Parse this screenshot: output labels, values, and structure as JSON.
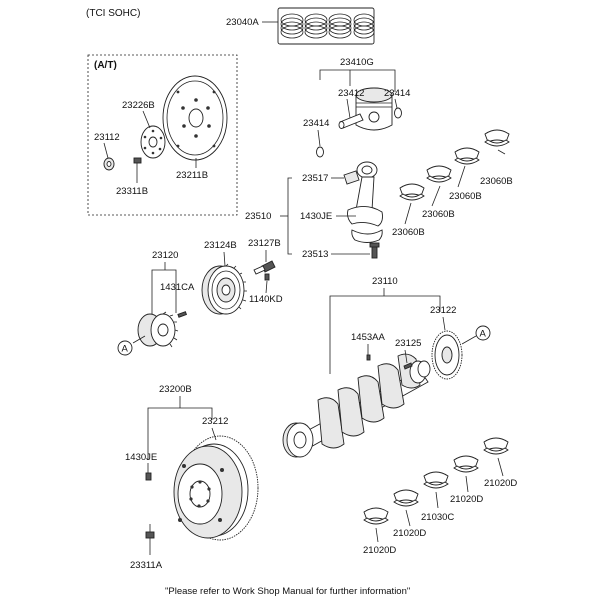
{
  "header": {
    "variant": "(TCI SOHC)"
  },
  "inset": {
    "label": "(A/T)"
  },
  "callout_letter": "A",
  "labels": {
    "p23040A": "23040A",
    "p23410G": "23410G",
    "p23412": "23412",
    "p23414a": "23414",
    "p23414b": "23414",
    "p23226B": "23226B",
    "p23112": "23112",
    "p23311B": "23311B",
    "p23211B": "23211B",
    "p23517": "23517",
    "p23510": "23510",
    "p1430JEa": "1430JE",
    "p23513": "23513",
    "p23060B_1": "23060B",
    "p23060B_2": "23060B",
    "p23060B_3": "23060B",
    "p23060B_4": "23060B",
    "p23120": "23120",
    "p23124B": "23124B",
    "p23127B": "23127B",
    "p1431CA": "1431CA",
    "p1140KD": "1140KD",
    "p23110": "23110",
    "p23122": "23122",
    "p1453AA": "1453AA",
    "p23125": "23125",
    "p23200B": "23200B",
    "p23212": "23212",
    "p1430JEb": "1430JE",
    "p23311A": "23311A",
    "p21020D_1": "21020D",
    "p21020D_2": "21020D",
    "p21020D_3": "21020D",
    "p21030C": "21030C",
    "p21020D_4": "21020D"
  },
  "footer": {
    "note": "\"Please refer to Work Shop Manual for further information\""
  }
}
